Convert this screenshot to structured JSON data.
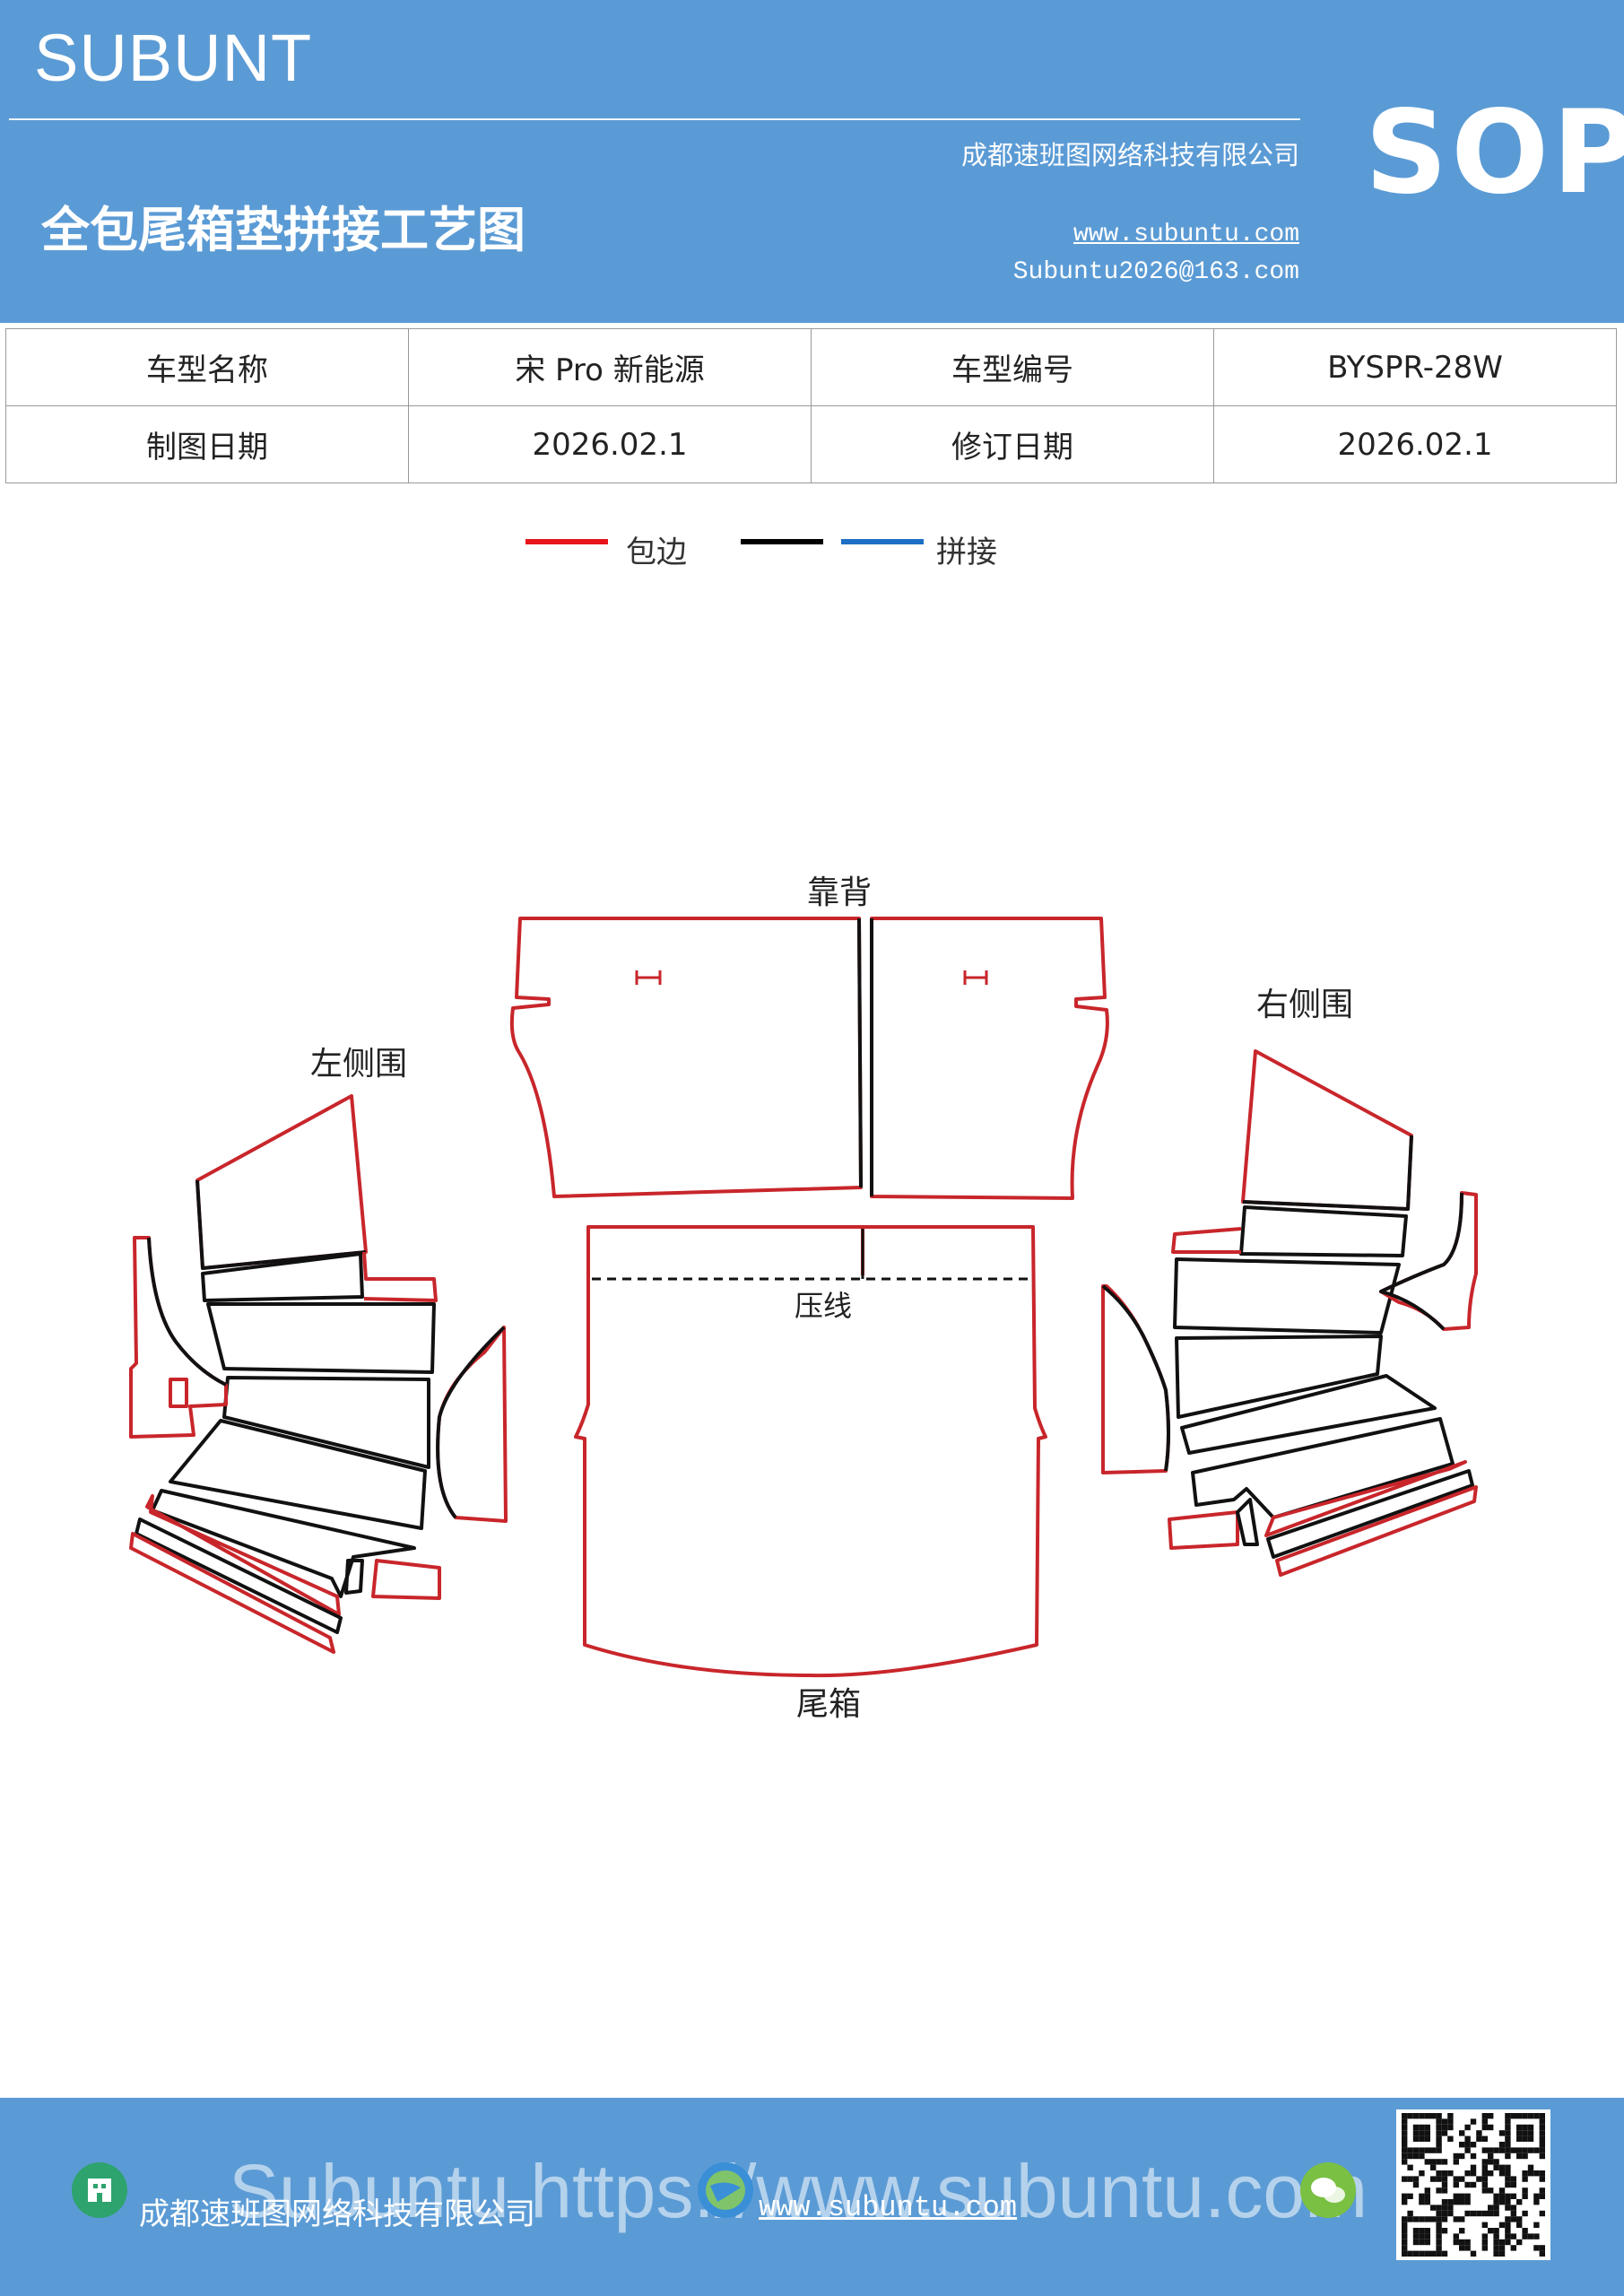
{
  "header": {
    "brand": "SUBUNT",
    "title": "全包尾箱垫拼接工艺图",
    "company": "成都速班图网络科技有限公司",
    "url": "www.subuntu.com",
    "email": "Subuntu2026@163.com",
    "badge": "SOP"
  },
  "info_table": {
    "rows": [
      [
        "车型名称",
        "宋 Pro 新能源",
        "车型编号",
        "BYSPR-28W"
      ],
      [
        "制图日期",
        "2026.02.1",
        "修订日期",
        "2026.02.1"
      ]
    ]
  },
  "legend": {
    "items": [
      {
        "label": "包边",
        "color": "#e8141b"
      },
      {
        "label": "",
        "color": "#000000"
      },
      {
        "label": "拼接",
        "color": "#1c6fc4"
      }
    ]
  },
  "diagram": {
    "labels": {
      "backrest": "靠背",
      "left_side": "左侧围",
      "right_side": "右侧围",
      "crease": "压线",
      "trunk": "尾箱"
    },
    "colors": {
      "edge": "#c8262b",
      "seam": "#111111"
    }
  },
  "footer": {
    "company": "成都速班图网络科技有限公司",
    "url": "www.subuntu.com",
    "watermark": "Subuntu https://www.subuntu.com"
  }
}
